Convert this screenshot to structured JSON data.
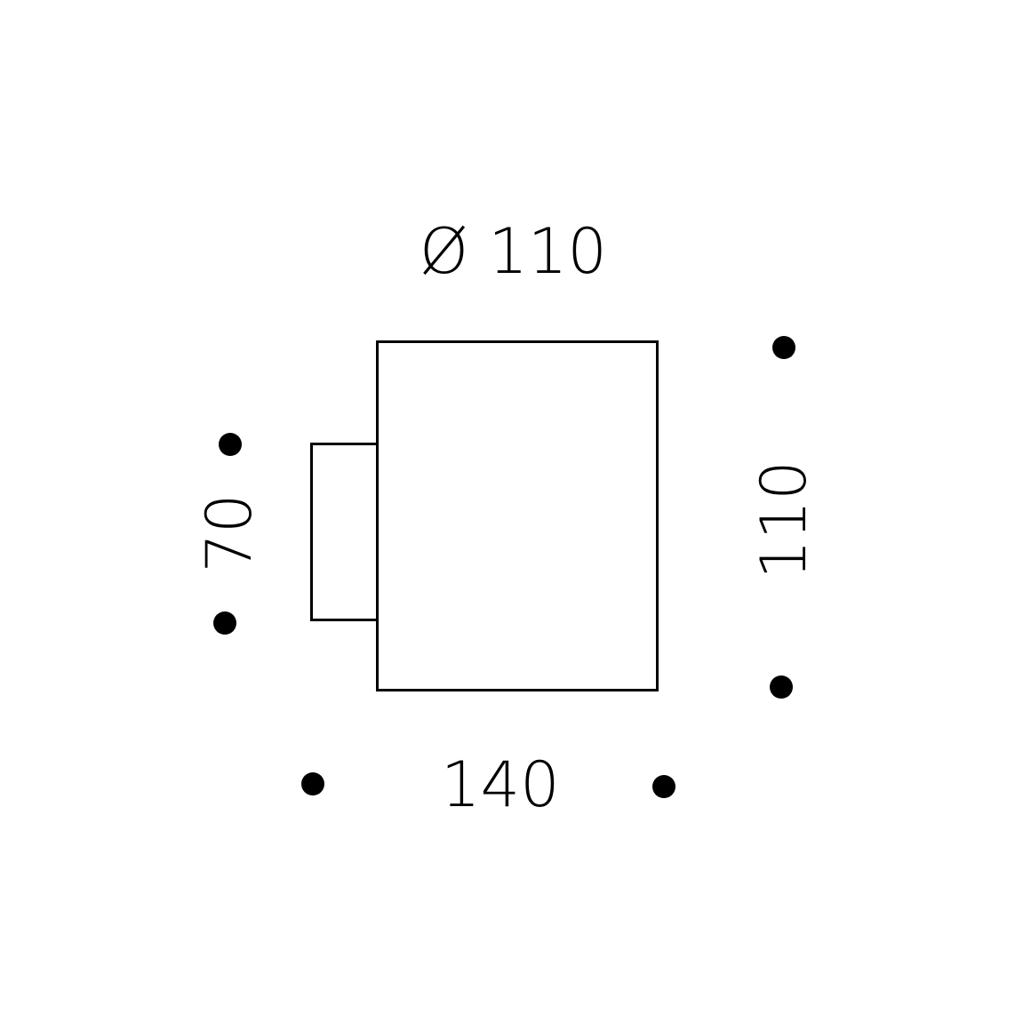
{
  "dimensions": {
    "diameter": "Ø 110",
    "depth": "140",
    "height": "110",
    "base_height": "70"
  },
  "colors": {
    "line": "#000000",
    "background": "#ffffff"
  }
}
